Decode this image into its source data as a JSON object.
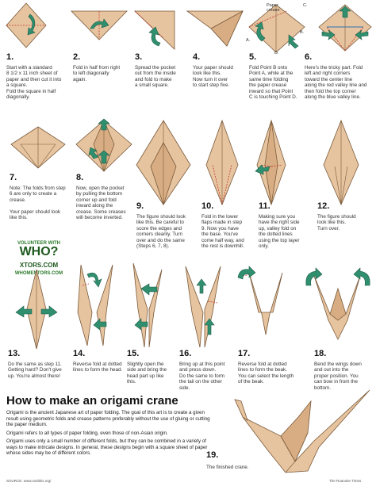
{
  "steps": [
    {
      "num": "1.",
      "text": "Start with a standard\n8 1/2 x 11 inch sheet of\npaper and then cut it into\na square.\nFold the square in half\ndiagonally."
    },
    {
      "num": "2.",
      "text": "Fold in half from right\nto left diagonally\nagain."
    },
    {
      "num": "3.",
      "text": "Spread the pocket\nout from the inside\nand fold to make\na small square."
    },
    {
      "num": "4.",
      "text": "Your paper should\nlook like this.\nNow turn it over\nto start step five."
    },
    {
      "num": "5.",
      "text": "Fold Point B onto\nPoint A, while at the\nsame time folding\nthe paper crease\ninward so that Point\nC is touching Point D."
    },
    {
      "num": "6.",
      "text": "Here's the tricky part. Fold\nleft and right corners\ntoward the center line\nalong the red valley line and\nthen fold the top corner\nalong the blue valley line."
    },
    {
      "num": "7.",
      "text": "Note: The folds from step\n6 are only to create a\ncrease.\n\nYour paper should look\nlike this."
    },
    {
      "num": "8.",
      "text": "Now, open the pocket\nby pulling the bottom\ncorner up and fold\ninward along the\ncrease. Some creases\nwill become inverted."
    },
    {
      "num": "9.",
      "text": "The figure should look\nlike this. Be careful to\nscore the edges and\ncorners cleanly. Turn\nover and do the same\n(Steps 6, 7, 8)."
    },
    {
      "num": "10.",
      "text": "Fold in the lower\nflaps made in step\n9. Now you have\nthe base. You've\ncome half way, and\nthe rest is downhill."
    },
    {
      "num": "11.",
      "text": "Making sure you\nhave the right side\nup, valley fold on\nthe dotted lines\nusing the top layer\nonly."
    },
    {
      "num": "12.",
      "text": "The figure should\nlook like this.\nTurn over."
    },
    {
      "num": "13.",
      "text": "Do the same as step 11.\nGetting hard? Don't give\nup. You're almost there!"
    },
    {
      "num": "14.",
      "text": "Reverse fold at dotted\nlines to form the head."
    },
    {
      "num": "15.",
      "text": "Slightly open the\nside and bring the\nhead part up like\nthis."
    },
    {
      "num": "16.",
      "text": "Bring up at this point\nand press down.\nDo the same to form\nthe tail on the other\nside."
    },
    {
      "num": "17.",
      "text": "Reverse fold at dotted\nlines to form the beak.\nYou can select the length\nof the beak."
    },
    {
      "num": "18.",
      "text": "Bend the wings down\nand out into the\nproper position. You\ncan bow in from the\nbottom."
    },
    {
      "num": "19.",
      "text": "The finished crane."
    }
  ],
  "labels": {
    "paper_crease": "Paper crease",
    "a": "A.",
    "b": "B.",
    "c": "C.",
    "d": "D."
  },
  "volunteer": {
    "line1": "VOLUNTEER WITH",
    "logo": "WHO?",
    "logo_suffix": "XTORS.COM",
    "line3": "WHOMENTORS.COM"
  },
  "title": "How to make an origami crane",
  "intro": [
    "Origami is the ancient Japanese art of paper folding. The goal of this art is to create a given result using geometric folds and crease patterns preferably without the use of gluing or cutting the paper medium.",
    "Origami refers to all types of paper folding, even those of non-Asian origin.",
    "Origami uses only a small number of different folds, but they can be combined in a variety of ways to make intricate designs. In general, these designs begin with a square sheet of paper whose sides may be of different colors."
  ],
  "source": "SOURCE: www.sosbkis.org/",
  "credit": "The Roanoke Times"
}
